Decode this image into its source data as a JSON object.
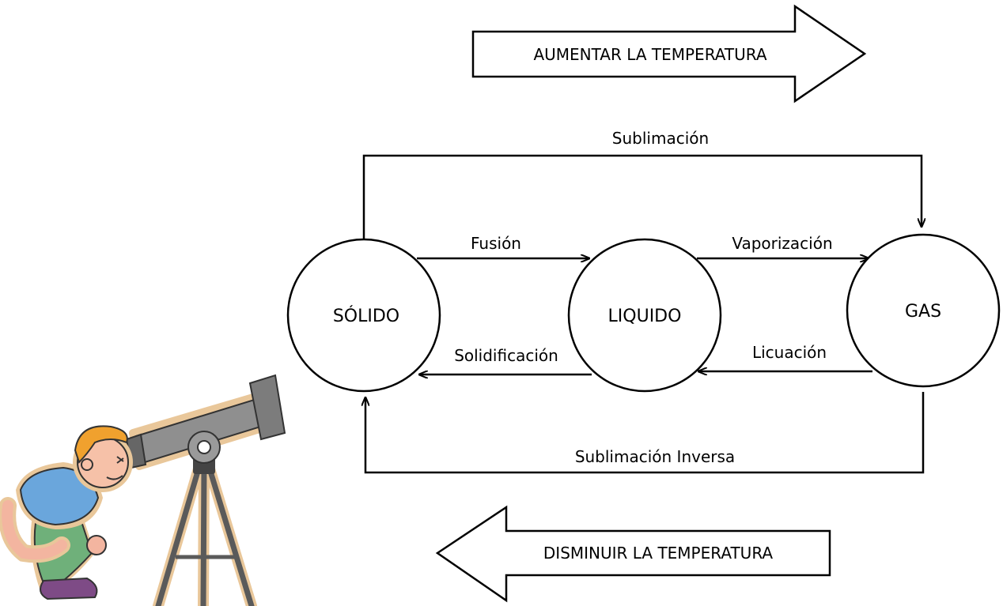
{
  "arrows": {
    "increase": "AUMENTAR LA TEMPERATURA",
    "decrease": "DISMINUIR LA TEMPERATURA"
  },
  "states": {
    "solid": "SÓLIDO",
    "liquid": "LIQUIDO",
    "gas": "GAS"
  },
  "transitions": {
    "sublimation": "Sublimación",
    "fusion": "Fusión",
    "vaporization": "Vaporización",
    "solidification": "Solidificación",
    "liquefaction": "Licuación",
    "inverse_sublimation": "Sublimación Inversa"
  },
  "illustration": "boy-looking-through-telescope"
}
